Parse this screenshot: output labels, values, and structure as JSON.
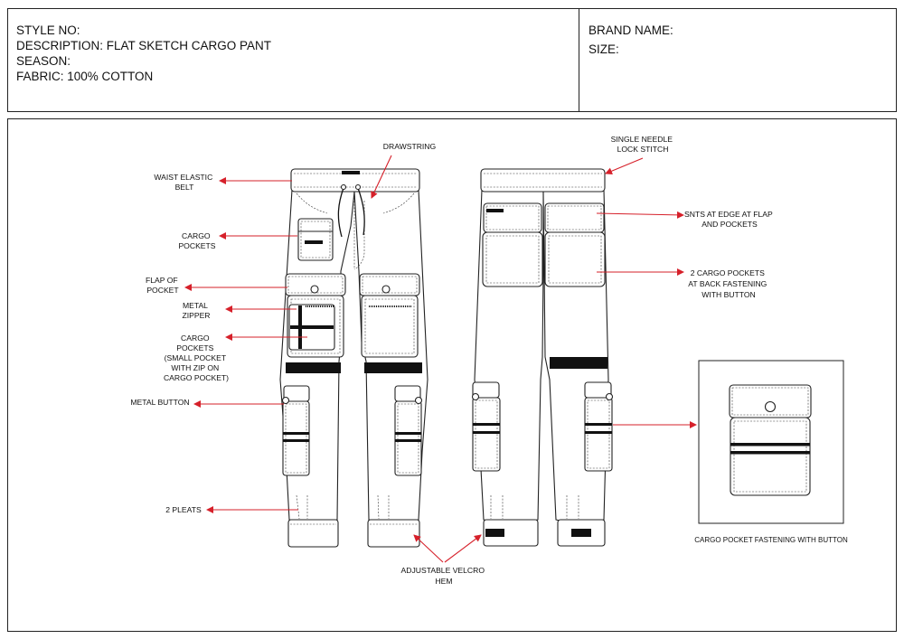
{
  "header": {
    "style_no": "STYLE NO:",
    "description": "DESCRIPTION: FLAT SKETCH CARGO PANT",
    "season": "SEASON:",
    "fabric": "FABRIC: 100% COTTON",
    "brand_name": "BRAND NAME:",
    "size": "SIZE:"
  },
  "annotations": {
    "waist_elastic": [
      "WAIST ELASTIC",
      "BELT"
    ],
    "cargo_pockets_top": [
      "CARGO",
      "POCKETS"
    ],
    "flap_of_pocket": [
      "FLAP OF",
      "POCKET"
    ],
    "metal_zipper": [
      "METAL",
      "ZIPPER"
    ],
    "cargo_pockets_small": [
      "CARGO",
      "POCKETS",
      "(SMALL POCKET",
      "WITH ZIP ON",
      "CARGO POCKET)"
    ],
    "metal_button": [
      "METAL BUTTON"
    ],
    "pleats": [
      "2 PLEATS"
    ],
    "drawstring": [
      "DRAWSTRING"
    ],
    "single_needle": [
      "SINGLE NEEDLE",
      "LOCK STITCH"
    ],
    "snts_edge": [
      "SNTS AT EDGE AT FLAP",
      "AND POCKETS"
    ],
    "back_pockets": [
      "2 CARGO POCKETS",
      "AT BACK FASTENING",
      "WITH BUTTON"
    ],
    "velcro_hem": [
      "ADJUSTABLE VELCRO",
      "HEM"
    ],
    "detail_caption": [
      "CARGO POCKET FASTENING WITH BUTTON"
    ]
  },
  "colors": {
    "arrow": "#d6202a",
    "ink": "#111111"
  }
}
